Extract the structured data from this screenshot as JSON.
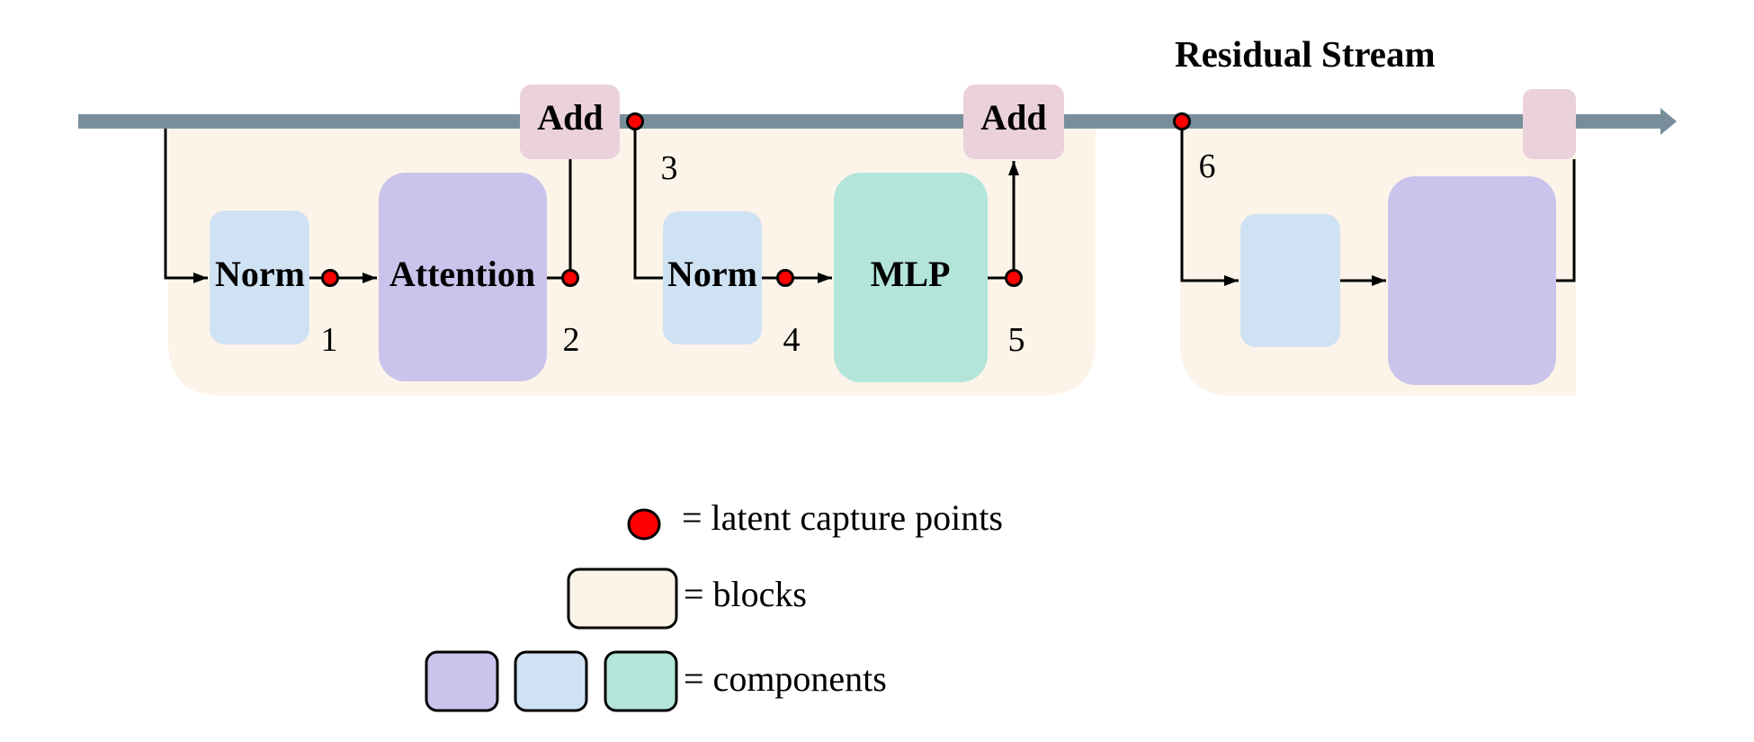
{
  "title": "Residual Stream",
  "colors": {
    "stream": "#788f9b",
    "add": "#ead1dc",
    "block": "#fdf4e9",
    "attention": "#cac3eb",
    "norm": "#cfe2f3",
    "mlp": "#b3e5da",
    "capture_point": "#ff0000",
    "line": "#000000"
  },
  "block1": {
    "components": {
      "norm1": "Norm",
      "attention": "Attention",
      "add1": "Add",
      "norm2": "Norm",
      "mlp": "MLP",
      "add2": "Add"
    }
  },
  "block2": {
    "components": {
      "norm": "",
      "attention": "",
      "add": ""
    }
  },
  "capture_points": [
    "1",
    "2",
    "3",
    "4",
    "5",
    "6"
  ],
  "legend": {
    "capture_points": "= latent capture points",
    "blocks": "= blocks",
    "components": "= components"
  }
}
